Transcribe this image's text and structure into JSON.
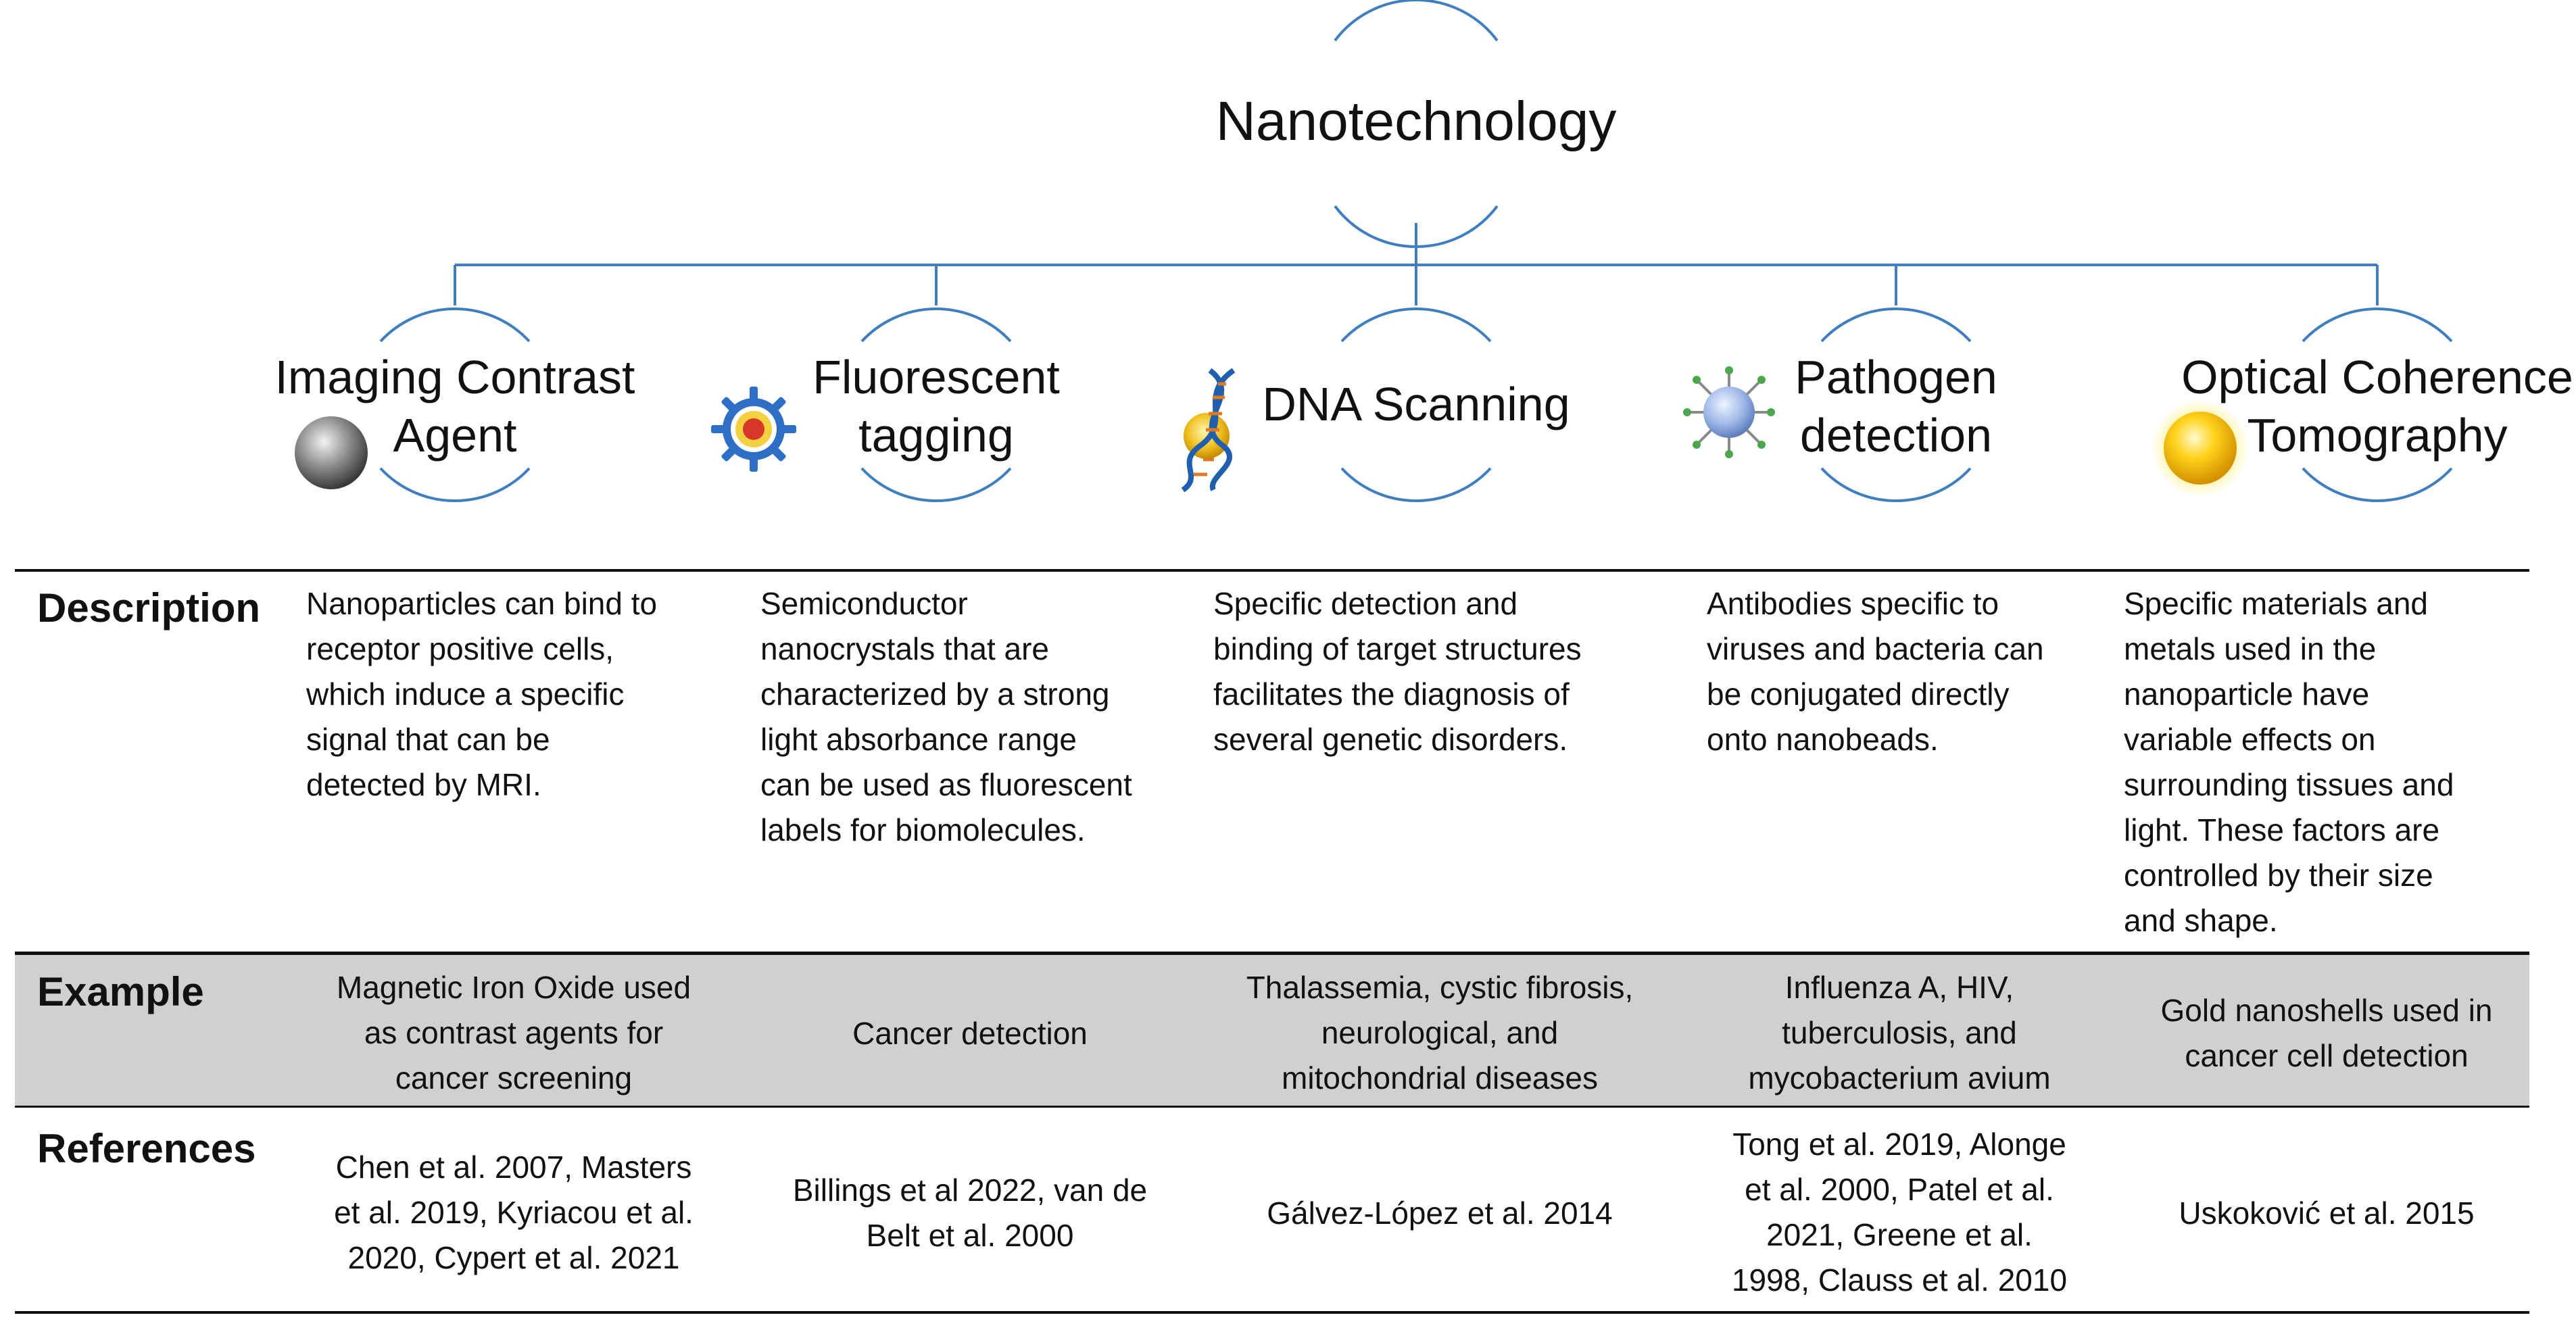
{
  "diagram": {
    "root": "Nanotechnology",
    "branches": [
      {
        "label_lines": [
          "Imaging Contrast",
          "Agent"
        ],
        "icon": "gray-sphere-icon"
      },
      {
        "label_lines": [
          "Fluorescent",
          "tagging"
        ],
        "icon": "quantum-dot-icon"
      },
      {
        "label_lines": [
          "DNA Scanning"
        ],
        "icon": "dna-helix-icon"
      },
      {
        "label_lines": [
          "Pathogen",
          "detection"
        ],
        "icon": "antibody-nanobead-icon"
      },
      {
        "label_lines": [
          "Optical Coherence",
          "Tomography"
        ],
        "icon": "gold-sphere-icon"
      }
    ],
    "colors": {
      "connector": "#3f7fbf",
      "example_band": "#d0d0d0"
    }
  },
  "table": {
    "row_headers": [
      "Description",
      "Example",
      "References"
    ],
    "description": [
      [
        "Nanoparticles can bind to",
        "receptor positive cells,",
        "which induce a specific",
        "signal that can be",
        "detected by MRI."
      ],
      [
        "Semiconductor",
        "nanocrystals that are",
        "characterized by a strong",
        "light absorbance range",
        "can be used as fluorescent",
        "labels for biomolecules."
      ],
      [
        "Specific detection and",
        "binding of target structures",
        "facilitates the diagnosis of",
        "several genetic disorders."
      ],
      [
        "Antibodies specific to",
        "viruses and bacteria can",
        "be conjugated directly",
        "onto nanobeads."
      ],
      [
        "Specific materials and",
        "metals used in the",
        "nanoparticle have",
        "variable effects on",
        "surrounding tissues and",
        "light. These factors are",
        "controlled by their size",
        "and shape."
      ]
    ],
    "example": [
      [
        "Magnetic Iron Oxide used",
        "as contrast agents for",
        "cancer screening"
      ],
      [
        "Cancer detection"
      ],
      [
        "Thalassemia, cystic fibrosis,",
        "neurological, and",
        "mitochondrial diseases"
      ],
      [
        "Influenza A, HIV,",
        "tuberculosis, and",
        "mycobacterium avium"
      ],
      [
        "Gold nanoshells used in",
        "cancer cell detection"
      ]
    ],
    "references": [
      [
        "Chen et al. 2007, Masters",
        "et al. 2019, Kyriacou et al.",
        "2020, Cypert et al. 2021"
      ],
      [
        "Billings et al 2022, van de",
        "Belt et al. 2000"
      ],
      [
        "Gálvez-López et al. 2014"
      ],
      [
        "Tong et al. 2019, Alonge",
        "et al. 2000, Patel et al.",
        "2021, Greene et al.",
        "1998, Clauss et al. 2010"
      ],
      [
        "Uskoković et al. 2015"
      ]
    ]
  }
}
